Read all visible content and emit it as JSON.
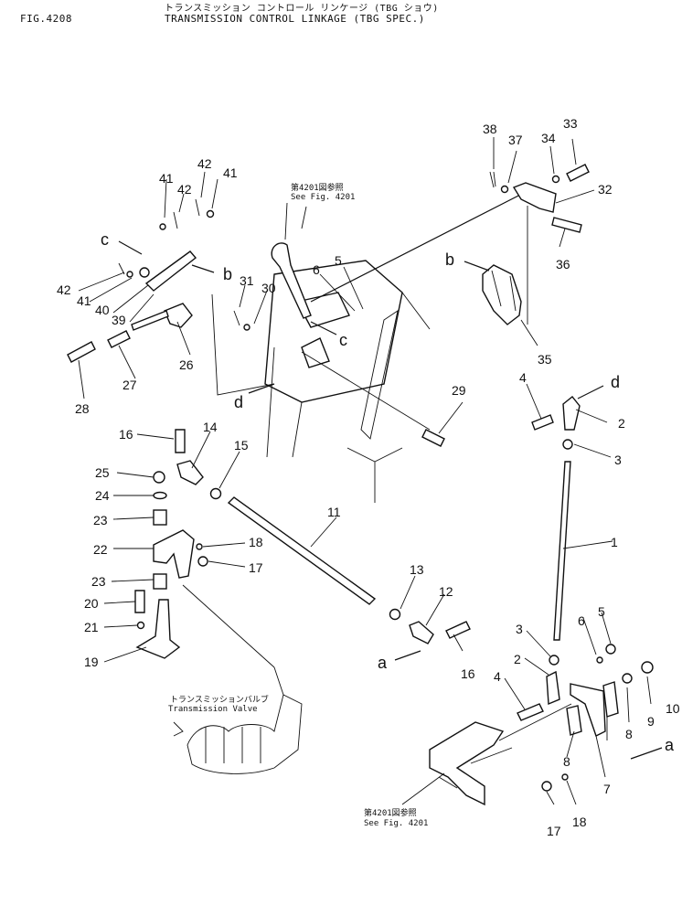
{
  "header": {
    "fig_no": "FIG.4208",
    "title_jp": "トランスミッション コントロール リンケージ (TBG ショウ)",
    "title_en": "TRANSMISSION CONTROL LINKAGE (TBG SPEC.)"
  },
  "notes": {
    "see_fig_jp_top": "第4201図参照",
    "see_fig_en_top": "See Fig. 4201",
    "valve_jp": "トランスミッションバルブ",
    "valve_en": "Transmission Valve",
    "see_fig_jp_bottom": "第4201図参照",
    "see_fig_en_bottom": "See Fig. 4201"
  },
  "callouts": {
    "n1": "1",
    "n2a": "2",
    "n2b": "2",
    "n3a": "3",
    "n3b": "3",
    "n4a": "4",
    "n4b": "4",
    "n5a": "5",
    "n5b": "5",
    "n6a": "6",
    "n6b": "6",
    "n7": "7",
    "n8a": "8",
    "n8b": "8",
    "n9": "9",
    "n10": "10",
    "n11": "11",
    "n12": "12",
    "n13": "13",
    "n14": "14",
    "n15": "15",
    "n16a": "16",
    "n16b": "16",
    "n17a": "17",
    "n17b": "17",
    "n18a": "18",
    "n18b": "18",
    "n19": "19",
    "n20": "20",
    "n21": "21",
    "n22": "22",
    "n23a": "23",
    "n23b": "23",
    "n24": "24",
    "n25": "25",
    "n26": "26",
    "n27": "27",
    "n28": "28",
    "n29": "29",
    "n30": "30",
    "n31": "31",
    "n32": "32",
    "n33": "33",
    "n34": "34",
    "n35": "35",
    "n36": "36",
    "n37": "37",
    "n38": "38",
    "n39": "39",
    "n40": "40",
    "n41a": "41",
    "n41b": "41",
    "n41c": "41",
    "n42a": "42",
    "n42b": "42",
    "n42c": "42"
  },
  "letters": {
    "a1": "a",
    "a2": "a",
    "b1": "b",
    "b2": "b",
    "c1": "c",
    "c2": "c",
    "d1": "d",
    "d2": "d"
  }
}
